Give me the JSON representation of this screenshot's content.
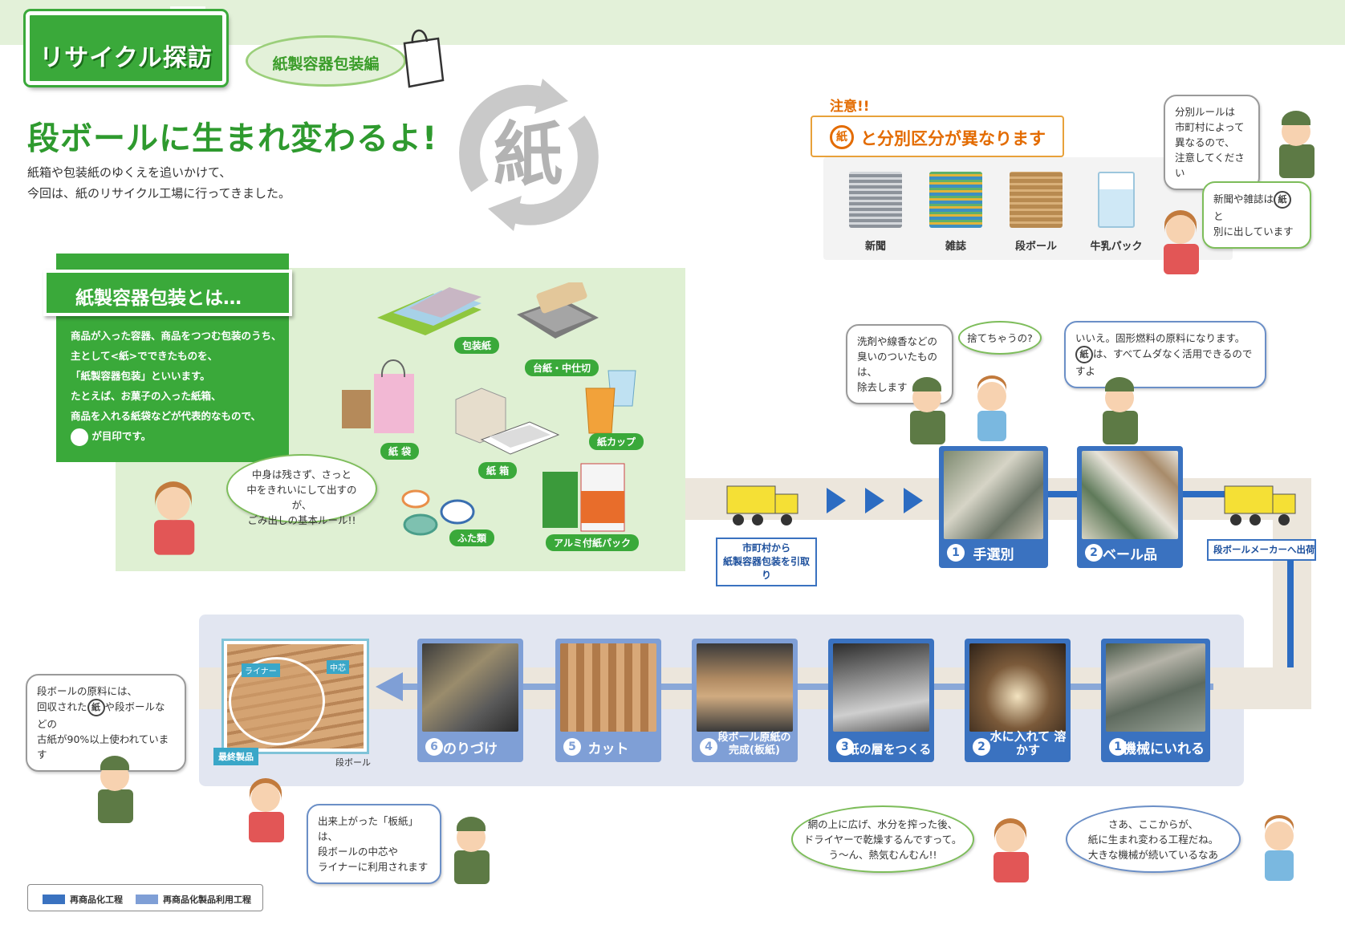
{
  "header": {
    "badge": "リサイクル探訪",
    "subtitle": "紙製容器包装編",
    "title": "段ボールに生まれ変わるよ!",
    "intro": [
      "紙箱や包装紙のゆくえを追いかけて、",
      "今回は、紙のリサイクル工場に行ってきました。"
    ],
    "mark": "紙"
  },
  "notice": {
    "title": "注意!!",
    "ribbon": "と分別区分が異なります",
    "mark": "紙",
    "items": [
      {
        "label": "新聞",
        "color": "#9aa0a8"
      },
      {
        "label": "雑誌",
        "color": "#5aa0c8"
      },
      {
        "label": "段ボール",
        "color": "#c69a60"
      },
      {
        "label": "牛乳パック",
        "color": "#d8ecf7"
      }
    ],
    "bubble_rule": [
      "分別ルールは",
      "市町村によって",
      "異なるので、",
      "注意してください"
    ],
    "bubble_news_a": "新聞や雑誌は",
    "bubble_news_b": "と",
    "bubble_news_c": "別に出しています"
  },
  "definition": {
    "title": "紙製容器包装とは…",
    "text": [
      "商品が入った容器、商品をつつむ包装のうち、",
      "主として<紙>でできたものを、",
      "「紙製容器包装」といいます。",
      "たとえば、お菓子の入った紙箱、",
      "商品を入れる紙袋などが代表的なもので、"
    ],
    "text_last": "が目印です。",
    "mark": "紙",
    "bubble": [
      "中身は残さず、さっと",
      "中をきれいにして出すのが、",
      "ごみ出しの基本ルール!!"
    ],
    "items": [
      {
        "label": "包装紙"
      },
      {
        "label": "台紙・中仕切"
      },
      {
        "label": "紙 袋"
      },
      {
        "label": "紙 箱"
      },
      {
        "label": "紙カップ"
      },
      {
        "label": "ふた類"
      },
      {
        "label": "アルミ付紙パック"
      }
    ]
  },
  "upper_process": {
    "pickup_tag": [
      "市町村から",
      "紙製容器包装を引取り"
    ],
    "ship_tag": "段ボールメーカーへ出荷",
    "bubble_remove": [
      "洗剤や線香などの",
      "臭いのついたものは、",
      "除去します"
    ],
    "bubble_throw": "捨てちゃうの?",
    "bubble_no_a": "いいえ。固形燃料の原料になります。",
    "bubble_no_b": "は、すべてムダなく活用できるのですよ",
    "bubble_no_mark": "紙",
    "steps": [
      {
        "num": "1",
        "name": "手選別"
      },
      {
        "num": "2",
        "name": "ベール品"
      }
    ]
  },
  "lower_process": {
    "steps": [
      {
        "num": "1",
        "name": "機械にいれる"
      },
      {
        "num": "2",
        "name": "水に入れて 溶かす"
      },
      {
        "num": "3",
        "name": "紙の層をつくる"
      },
      {
        "num": "4",
        "name": "段ボール原紙の 完成(板紙)"
      },
      {
        "num": "5",
        "name": "カット"
      },
      {
        "num": "6",
        "name": "のりづけ"
      }
    ],
    "final_tag": "最終製品",
    "final_caption": "段ボール",
    "liner_label": "ライナー",
    "core_label": "中芯",
    "bubble_raw_a": "段ボールの原料には、",
    "bubble_raw_b": "回収された",
    "bubble_raw_c": "や段ボールなどの",
    "bubble_raw_d": "古紙が90%以上使われています",
    "bubble_raw_mark": "紙",
    "bubble_board": [
      "出来上がった「板紙」は、",
      "段ボールの中芯や",
      "ライナーに利用されます"
    ],
    "bubble_dry": [
      "網の上に広げ、水分を搾った後、",
      "ドライヤーで乾燥するんですって。",
      "う〜ん、熱気むんむん!!"
    ],
    "bubble_start": [
      "さあ、ここからが、",
      "紙に生まれ変わる工程だね。",
      "大きな機械が続いているなあ"
    ]
  },
  "legend": {
    "items": [
      {
        "label": "再商品化工程",
        "color": "#3a72c0"
      },
      {
        "label": "再商品化製品利用工程",
        "color": "#7f9fd6"
      }
    ]
  }
}
